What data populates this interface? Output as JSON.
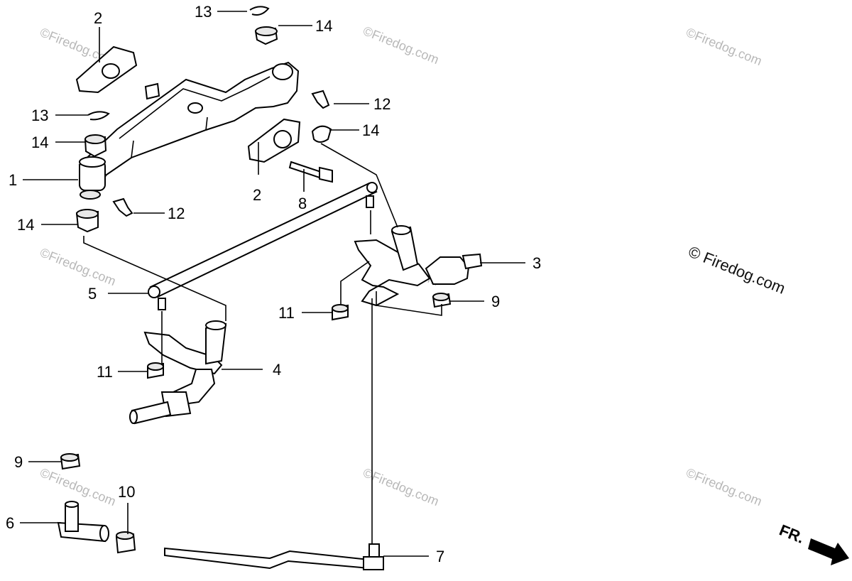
{
  "watermarks": {
    "small": "©Firedog.com",
    "large": "© Firedog.com"
  },
  "front_indicator": "FR.",
  "callouts": [
    {
      "id": "c1",
      "label": "1"
    },
    {
      "id": "c2a",
      "label": "2"
    },
    {
      "id": "c2b",
      "label": "2"
    },
    {
      "id": "c3",
      "label": "3"
    },
    {
      "id": "c4",
      "label": "4"
    },
    {
      "id": "c5",
      "label": "5"
    },
    {
      "id": "c6",
      "label": "6"
    },
    {
      "id": "c7",
      "label": "7"
    },
    {
      "id": "c8",
      "label": "8"
    },
    {
      "id": "c9a",
      "label": "9"
    },
    {
      "id": "c9b",
      "label": "9"
    },
    {
      "id": "c10",
      "label": "10"
    },
    {
      "id": "c11a",
      "label": "11"
    },
    {
      "id": "c11b",
      "label": "11"
    },
    {
      "id": "c12a",
      "label": "12"
    },
    {
      "id": "c12b",
      "label": "12"
    },
    {
      "id": "c13a",
      "label": "13"
    },
    {
      "id": "c13b",
      "label": "13"
    },
    {
      "id": "c14a",
      "label": "14"
    },
    {
      "id": "c14b",
      "label": "14"
    },
    {
      "id": "c14c",
      "label": "14"
    },
    {
      "id": "c14d",
      "label": "14"
    }
  ]
}
